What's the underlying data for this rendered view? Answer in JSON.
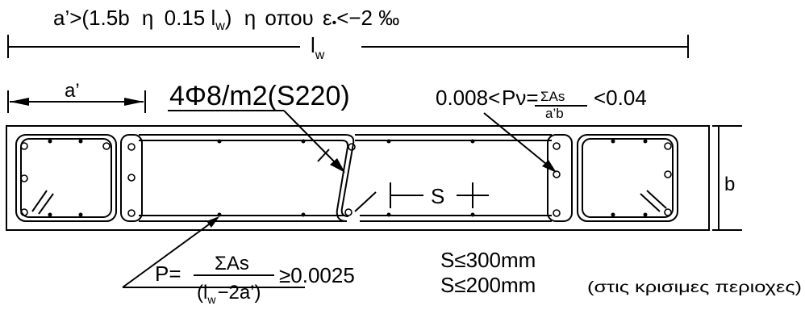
{
  "top_dim": {
    "formula_a": "a’>(1.5b",
    "formula_eta1": "η",
    "formula_b": "0.15 l",
    "formula_sub_w": "w",
    "formula_close": ")",
    "formula_eta2": "η",
    "formula_opou": "οπου",
    "formula_eps": "ε",
    "formula_eps_sub": "•",
    "formula_limit": "<−2 ‰",
    "lw_label": "l",
    "lw_sub": "w"
  },
  "a_prime_label": "a’",
  "stirrup_label": "4Φ8/m2(S220)",
  "ratio_pv": {
    "lower": "0.008<",
    "symbol": "Pν=",
    "numerator": "ΣAs",
    "denominator": "a’b",
    "upper": "<0.04"
  },
  "spacing_label": "S",
  "b_label": "b",
  "ratio_p": {
    "symbol": "P=",
    "numerator": "ΣAs",
    "den_open": "(l",
    "den_sub": "w",
    "den_rest": "−2a’)",
    "limit": "≥0.0025"
  },
  "spacing_limits": {
    "line1": "S≤300mm",
    "line2": "S≤200mm",
    "line2_note": "(στις κρισιμες περιοχες)"
  },
  "colors": {
    "ink": "#000000",
    "background": "#ffffff"
  }
}
